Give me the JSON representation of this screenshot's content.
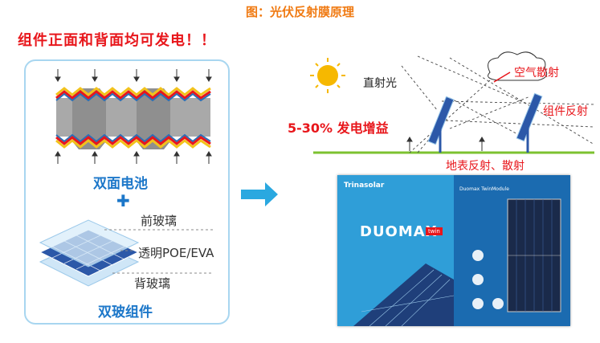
{
  "header": {
    "title": "图：光伏反射膜原理"
  },
  "left": {
    "headline": "组件正面和背面均可发电！！",
    "cell_label": "双面电池",
    "plus": "✚",
    "layers": [
      "前玻璃",
      "透明POE/EVA",
      "背玻璃"
    ],
    "module_label": "双玻组件"
  },
  "right": {
    "direct_light": "直射光",
    "air_scatter": "空气散射",
    "module_reflect": "组件反射",
    "gain": "5-30% 发电增益",
    "ground_reflect": "地表反射、散射"
  },
  "brochure": {
    "brand": "Trinasolar",
    "product": "DUOMAX",
    "badge": "twin",
    "panel_title": "Duomax TwinModule"
  },
  "colors": {
    "title": "#f07a12",
    "red": "#e8161b",
    "blue": "#1c77c9",
    "ground": "#7cc230",
    "arrow": "#2aa8e0"
  }
}
